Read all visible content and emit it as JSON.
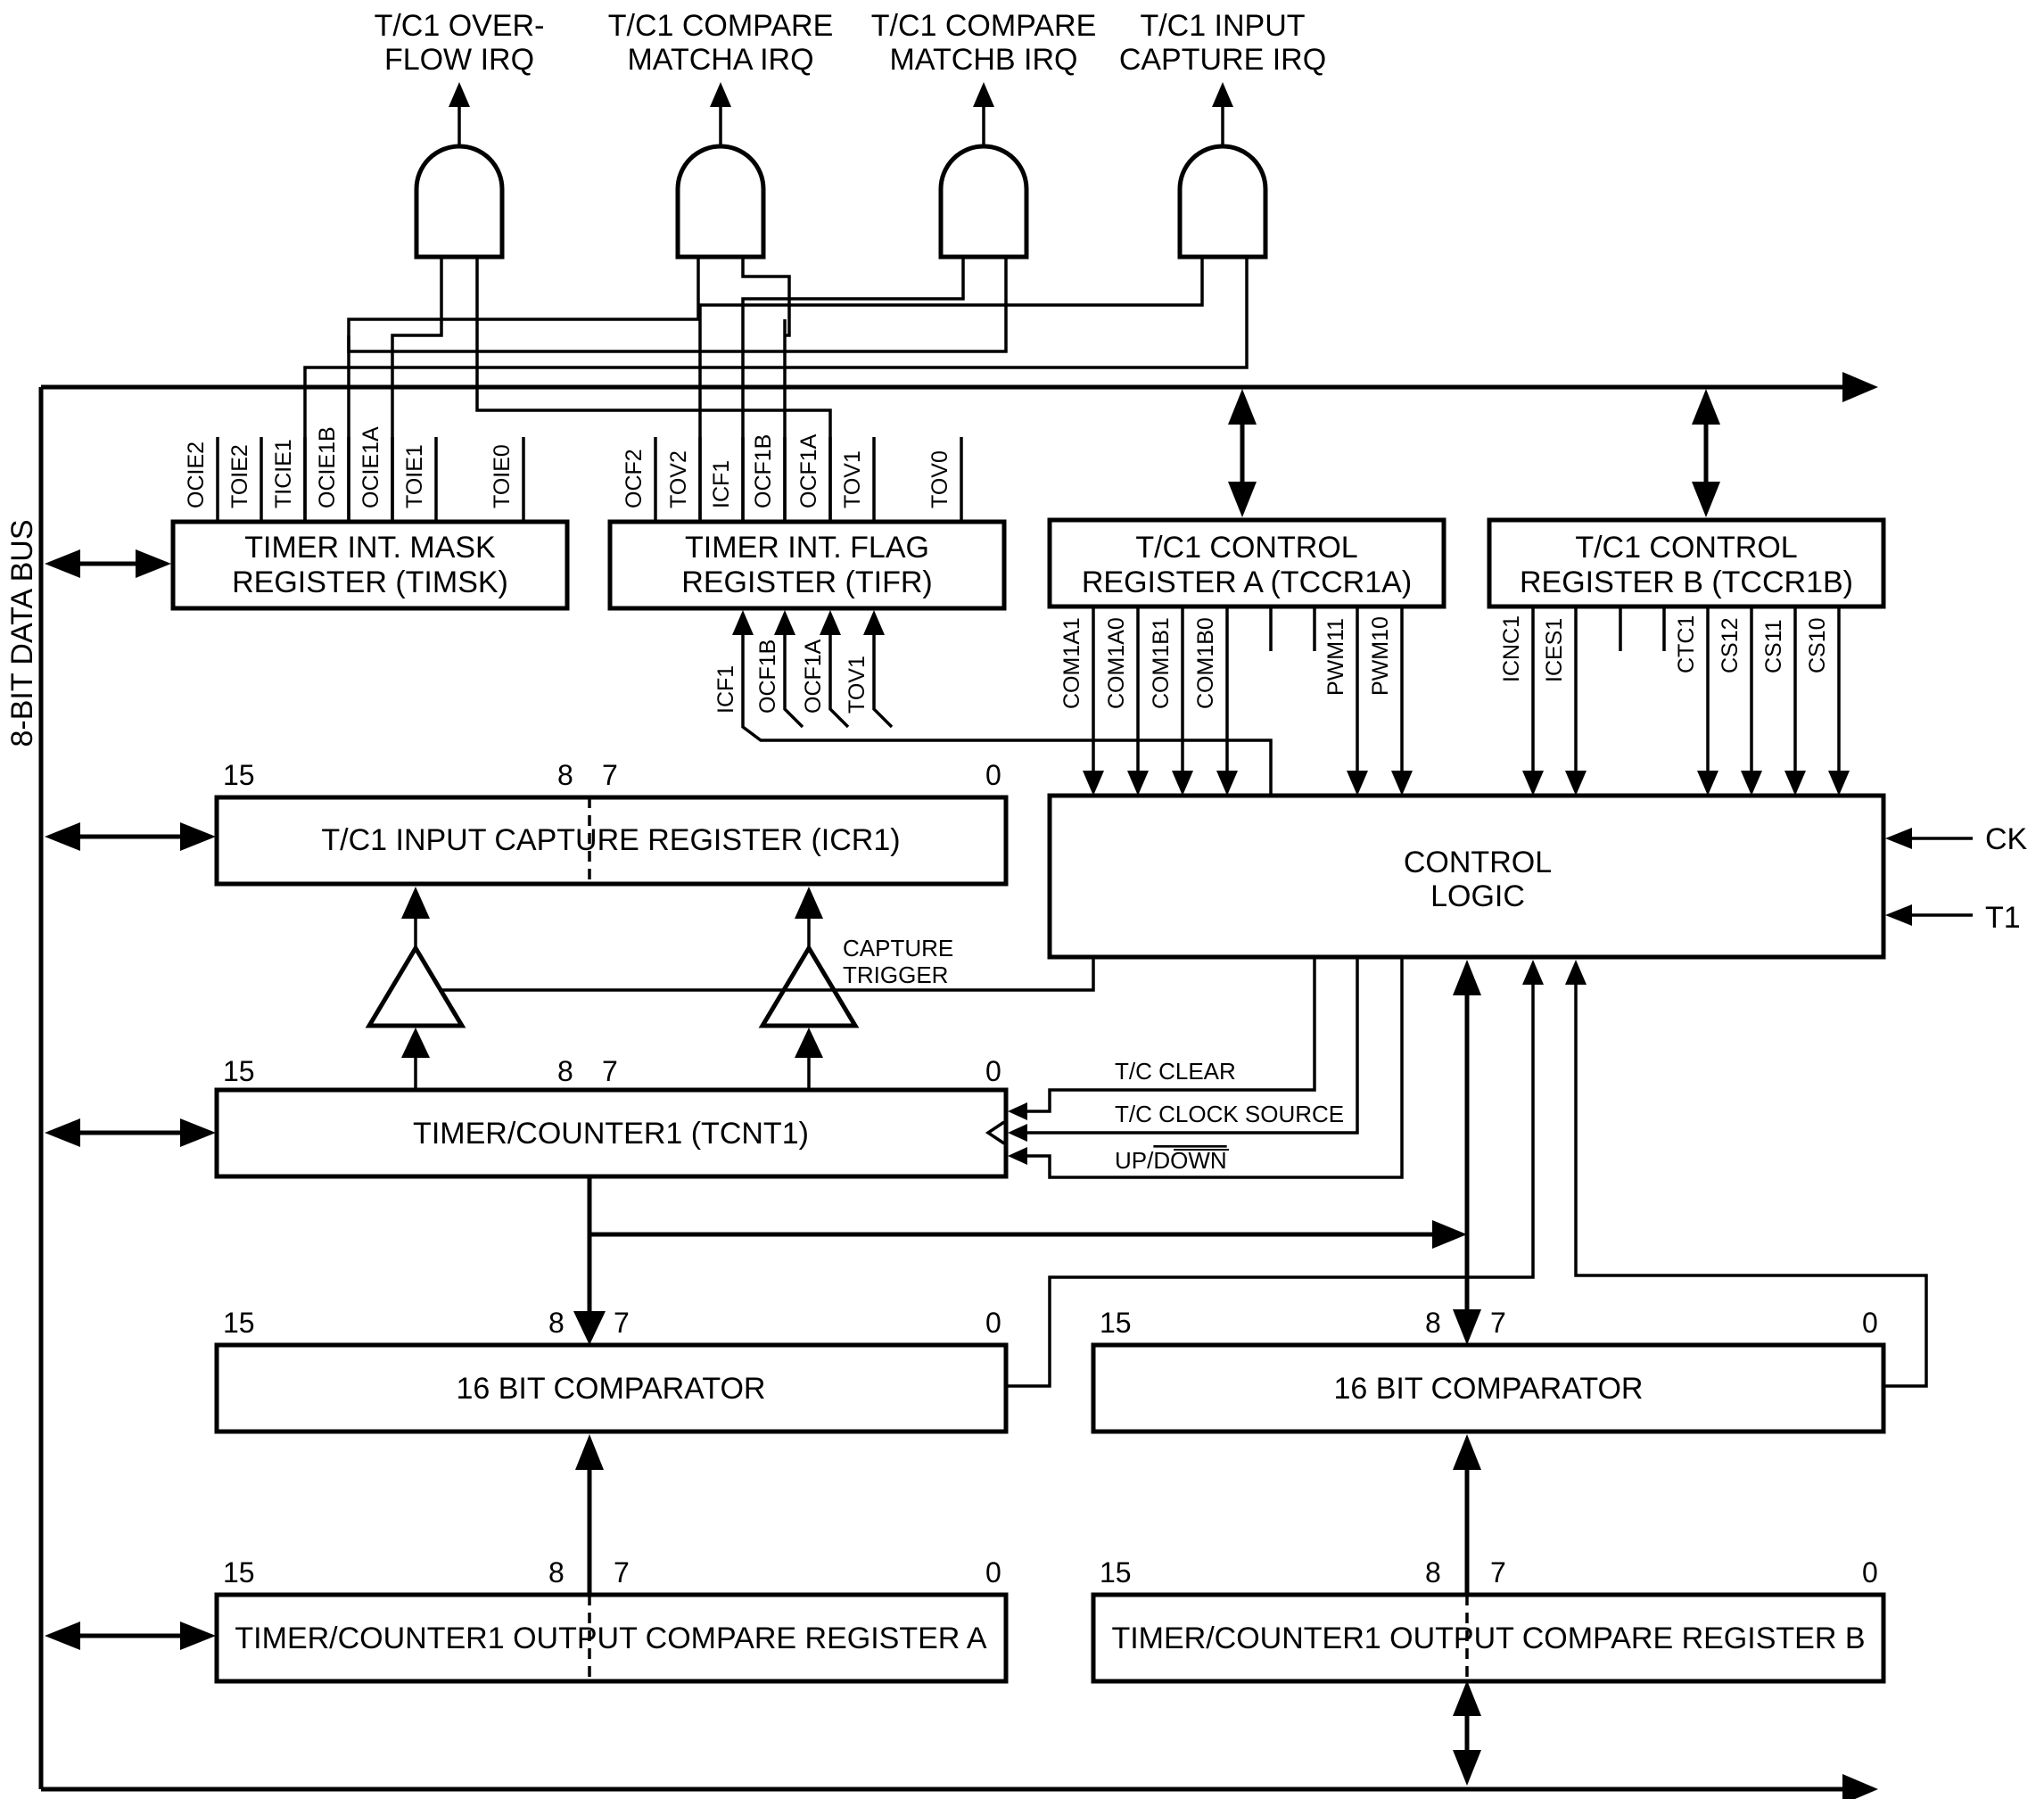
{
  "irq": {
    "overflow": [
      "T/C1 OVER-",
      "FLOW IRQ"
    ],
    "match_a": [
      "T/C1 COMPARE",
      "MATCHA IRQ"
    ],
    "match_b": [
      "T/C1 COMPARE",
      "MATCHB IRQ"
    ],
    "capture": [
      "T/C1 INPUT",
      "CAPTURE IRQ"
    ]
  },
  "registers": {
    "timsk": [
      "TIMER INT. MASK",
      "REGISTER (TIMSK)"
    ],
    "tifr": [
      "TIMER INT. FLAG",
      "REGISTER (TIFR)"
    ],
    "tccr1a": [
      "T/C1 CONTROL",
      "REGISTER A (TCCR1A)"
    ],
    "tccr1b": [
      "T/C1 CONTROL",
      "REGISTER B (TCCR1B)"
    ],
    "icr1": "T/C1 INPUT CAPTURE REGISTER (ICR1)",
    "tcnt1": "TIMER/COUNTER1 (TCNT1)",
    "cmp_a": "16 BIT COMPARATOR",
    "cmp_b": "16 BIT COMPARATOR",
    "ocr_a": "TIMER/COUNTER1 OUTPUT COMPARE REGISTER A",
    "ocr_b": "TIMER/COUNTER1 OUTPUT COMPARE REGISTER B",
    "control": [
      "CONTROL",
      "LOGIC"
    ]
  },
  "bits": {
    "timsk": [
      "OCIE2",
      "TOIE2",
      "TICIE1",
      "OCIE1B",
      "OCIE1A",
      "TOIE1",
      "TOIE0"
    ],
    "tifr_top": [
      "OCF2",
      "TOV2",
      "ICF1",
      "OCF1B",
      "OCF1A",
      "TOV1",
      "TOV0"
    ],
    "tifr_bottom": [
      "ICF1",
      "OCF1B",
      "OCF1A",
      "TOV1"
    ],
    "tccr1a": [
      "COM1A1",
      "COM1A0",
      "COM1B1",
      "COM1B0",
      "PWM11",
      "PWM10"
    ],
    "tccr1b": [
      "ICNC1",
      "ICES1",
      "CTC1",
      "CS12",
      "CS11",
      "CS10"
    ]
  },
  "bit_numbers": {
    "msb": "15",
    "hi_low": "8",
    "lo_high": "7",
    "lsb": "0"
  },
  "signals": {
    "capture_trigger": [
      "CAPTURE",
      "TRIGGER"
    ],
    "tc_clear": "T/C CLEAR",
    "tc_clock_source": "T/C CLOCK SOURCE",
    "up": "UP/",
    "down": "DOWN",
    "ck": "CK",
    "t1": "T1"
  },
  "bus_label": "8-BIT DATA BUS"
}
